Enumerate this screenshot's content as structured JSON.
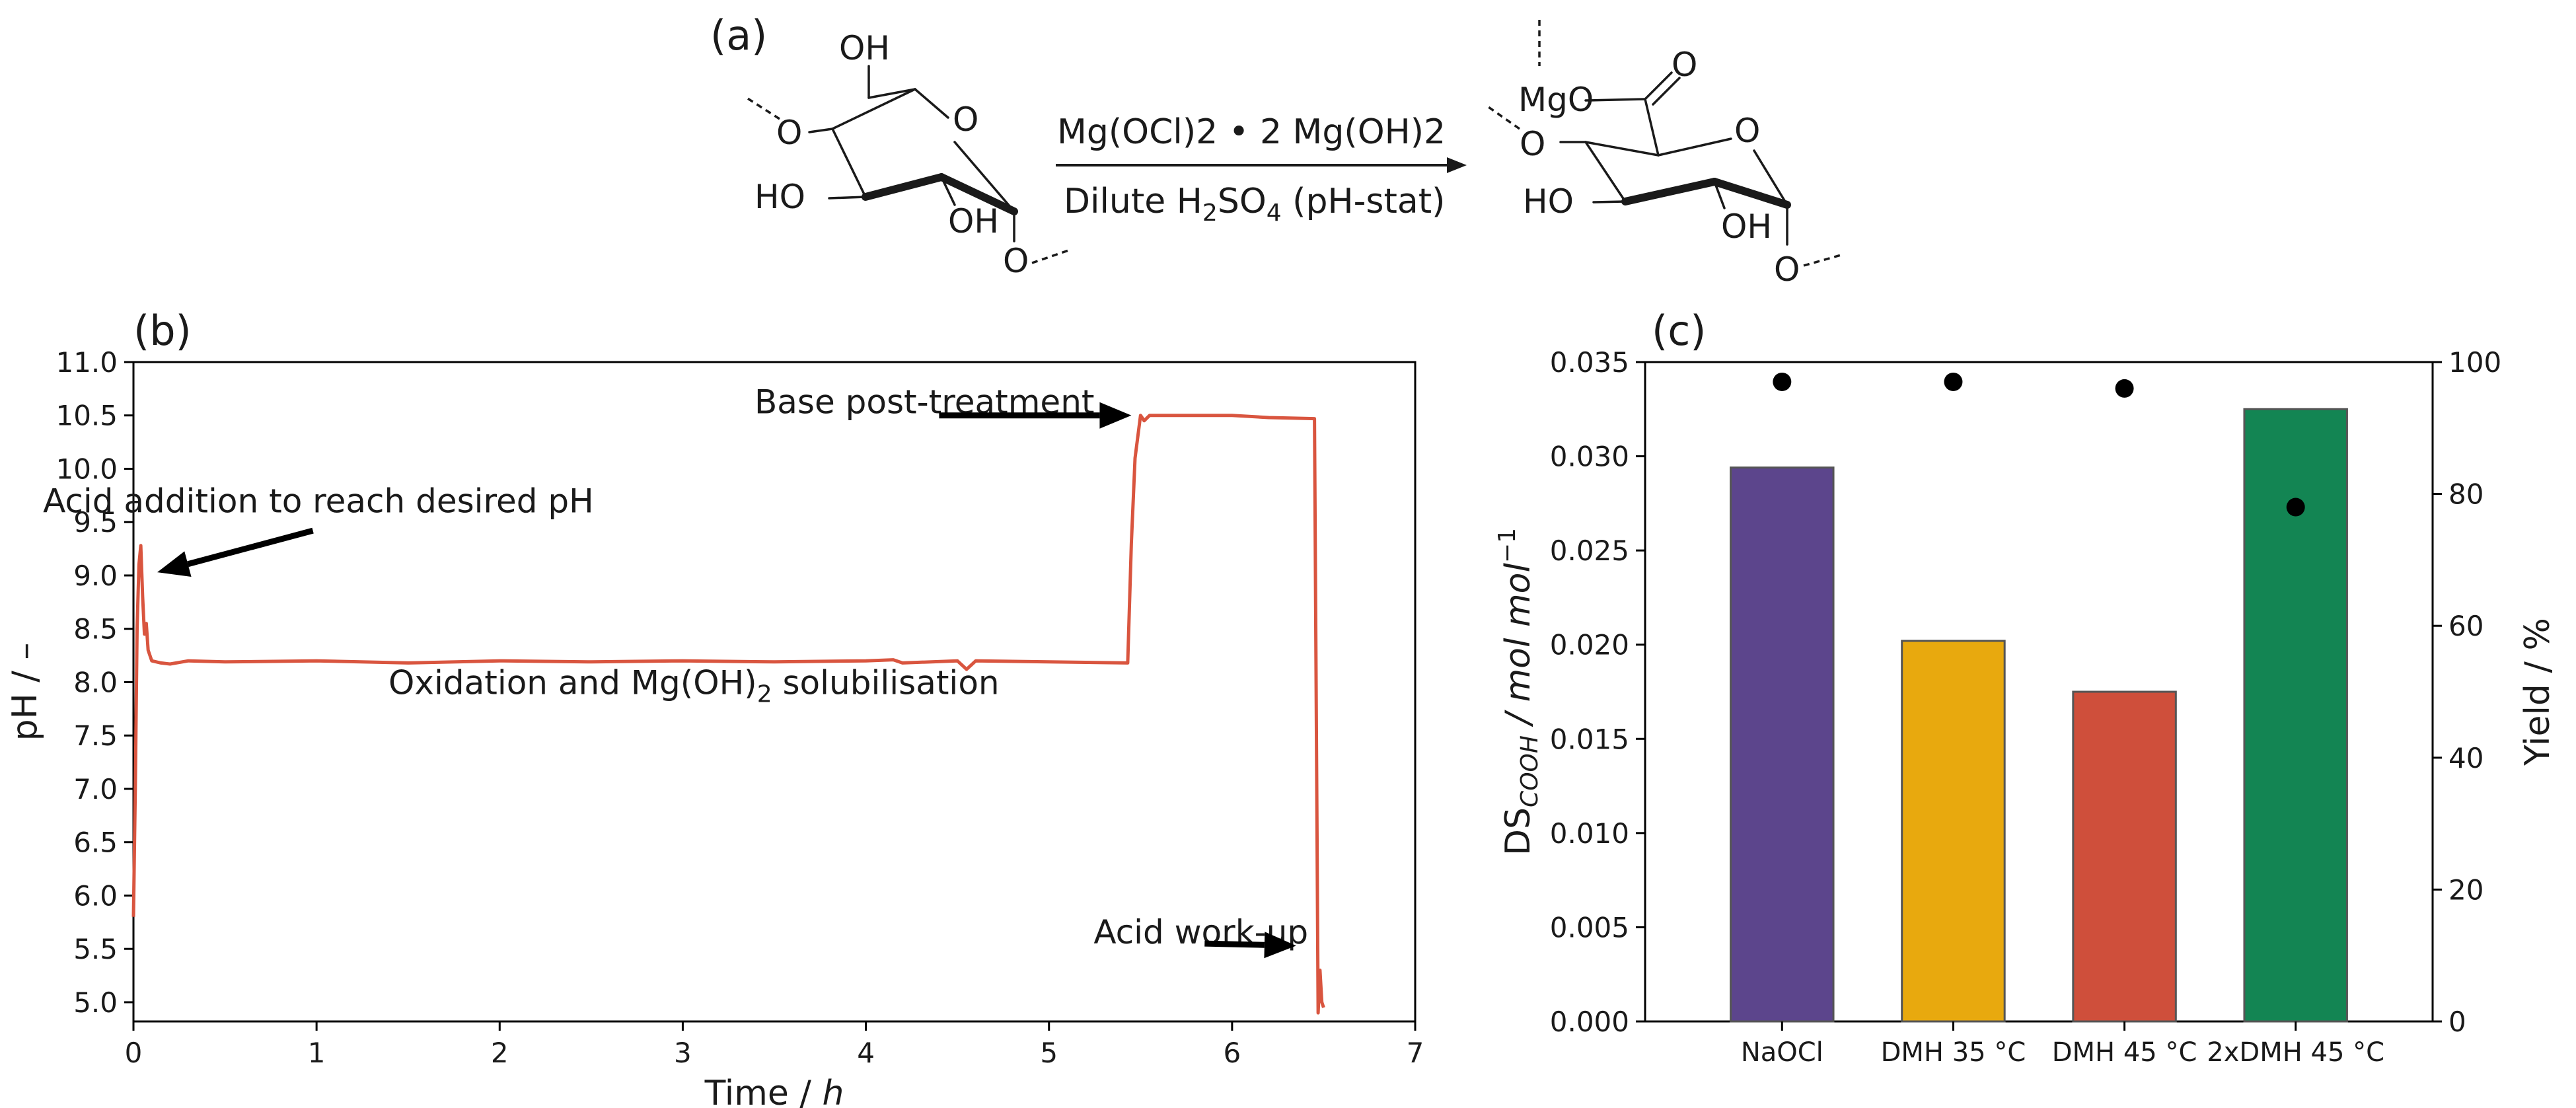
{
  "panel_labels": {
    "a": "(a)",
    "b": "(b)",
    "c": "(c)"
  },
  "scheme": {
    "reagent_top": "Mg(OCl)2 • 2 Mg(OH)2",
    "reagent_bottom_pre": "Dilute H",
    "reagent_bottom_sub1": "2",
    "reagent_bottom_mid": "SO",
    "reagent_bottom_sub2": "4",
    "reagent_bottom_post": " (pH-stat)",
    "left_atoms": {
      "OH_top": "OH",
      "O_ring": "O",
      "HO_left": "HO",
      "OH_bottom": "OH",
      "O_link_left": "O",
      "O_link_bottom": "O"
    },
    "right_atoms": {
      "MgO": "MgO",
      "O_carbonyl": "O",
      "O_ring": "O",
      "HO_left": "HO",
      "OH_bottom": "OH",
      "O_link_left": "O",
      "O_link_bottom": "O"
    }
  },
  "chart_data": [
    {
      "type": "line",
      "panel": "b",
      "xlabel_pre": "Time / ",
      "xlabel_unit": "h",
      "ylabel": "pH / –",
      "xlim": [
        0,
        7
      ],
      "ylim": [
        4.82,
        11.0
      ],
      "xticks": [
        "0",
        "1",
        "2",
        "3",
        "4",
        "5",
        "6",
        "7"
      ],
      "yticks": [
        "5.0",
        "5.5",
        "6.0",
        "6.5",
        "7.0",
        "7.5",
        "8.0",
        "8.5",
        "9.0",
        "9.5",
        "10.0",
        "10.5",
        "11.0"
      ],
      "line_color": "#d9553f",
      "x": [
        0.0,
        0.01,
        0.02,
        0.03,
        0.04,
        0.05,
        0.06,
        0.07,
        0.08,
        0.1,
        0.15,
        0.2,
        0.3,
        0.5,
        1.0,
        1.5,
        2.0,
        2.5,
        3.0,
        3.5,
        4.0,
        4.15,
        4.2,
        4.5,
        4.55,
        4.6,
        5.0,
        5.43,
        5.45,
        5.47,
        5.5,
        5.52,
        5.55,
        6.0,
        6.2,
        6.45,
        6.47,
        6.48,
        6.49,
        6.5
      ],
      "y": [
        5.8,
        7.0,
        8.5,
        9.1,
        9.28,
        8.8,
        8.45,
        8.55,
        8.3,
        8.2,
        8.18,
        8.17,
        8.2,
        8.19,
        8.2,
        8.18,
        8.2,
        8.19,
        8.2,
        8.19,
        8.2,
        8.21,
        8.18,
        8.2,
        8.12,
        8.2,
        8.19,
        8.18,
        9.3,
        10.1,
        10.5,
        10.45,
        10.5,
        10.5,
        10.48,
        10.47,
        4.9,
        5.3,
        5.0,
        4.95
      ],
      "annotations": [
        {
          "text": "Acid addition to reach desired pH",
          "x": 1.01,
          "y": 9.59,
          "arrow_to": [
            0.13,
            9.03
          ]
        },
        {
          "text": "Base post-treatment",
          "x": 4.32,
          "y": 10.52,
          "arrow_to": [
            5.45,
            10.5
          ]
        },
        {
          "text": "Acid work-up",
          "x": 5.83,
          "y": 5.55,
          "arrow_to": [
            6.35,
            5.53
          ]
        }
      ],
      "annotation_oxidation": {
        "pre": "Oxidation and Mg(OH)",
        "sub": "2",
        "post": " solubilisation",
        "x": 1.4,
        "y": 7.98
      }
    },
    {
      "type": "bar",
      "panel": "c",
      "categories": [
        "NaOCl",
        "DMH 35 °C",
        "DMH 45 °C",
        "2xDMH 45 °C"
      ],
      "values": [
        0.0294,
        0.0202,
        0.0175,
        0.0325
      ],
      "colors": [
        "#5c458c",
        "#e8a90e",
        "#cf4f3b",
        "#138553"
      ],
      "yield_values": [
        97,
        97,
        96,
        78
      ],
      "ylabel_left_pre": "DS",
      "ylabel_left_sub": "COOH",
      "ylabel_left_unit": " / mol mol",
      "ylabel_left_sup": "−1",
      "ylabel_right": "Yield / %",
      "ylim_left": [
        0,
        0.035
      ],
      "ylim_right": [
        0,
        100
      ],
      "yticks_left": [
        "0.000",
        "0.005",
        "0.010",
        "0.015",
        "0.020",
        "0.025",
        "0.030",
        "0.035"
      ],
      "yticks_right": [
        "0",
        "20",
        "40",
        "60",
        "80",
        "100"
      ]
    }
  ]
}
